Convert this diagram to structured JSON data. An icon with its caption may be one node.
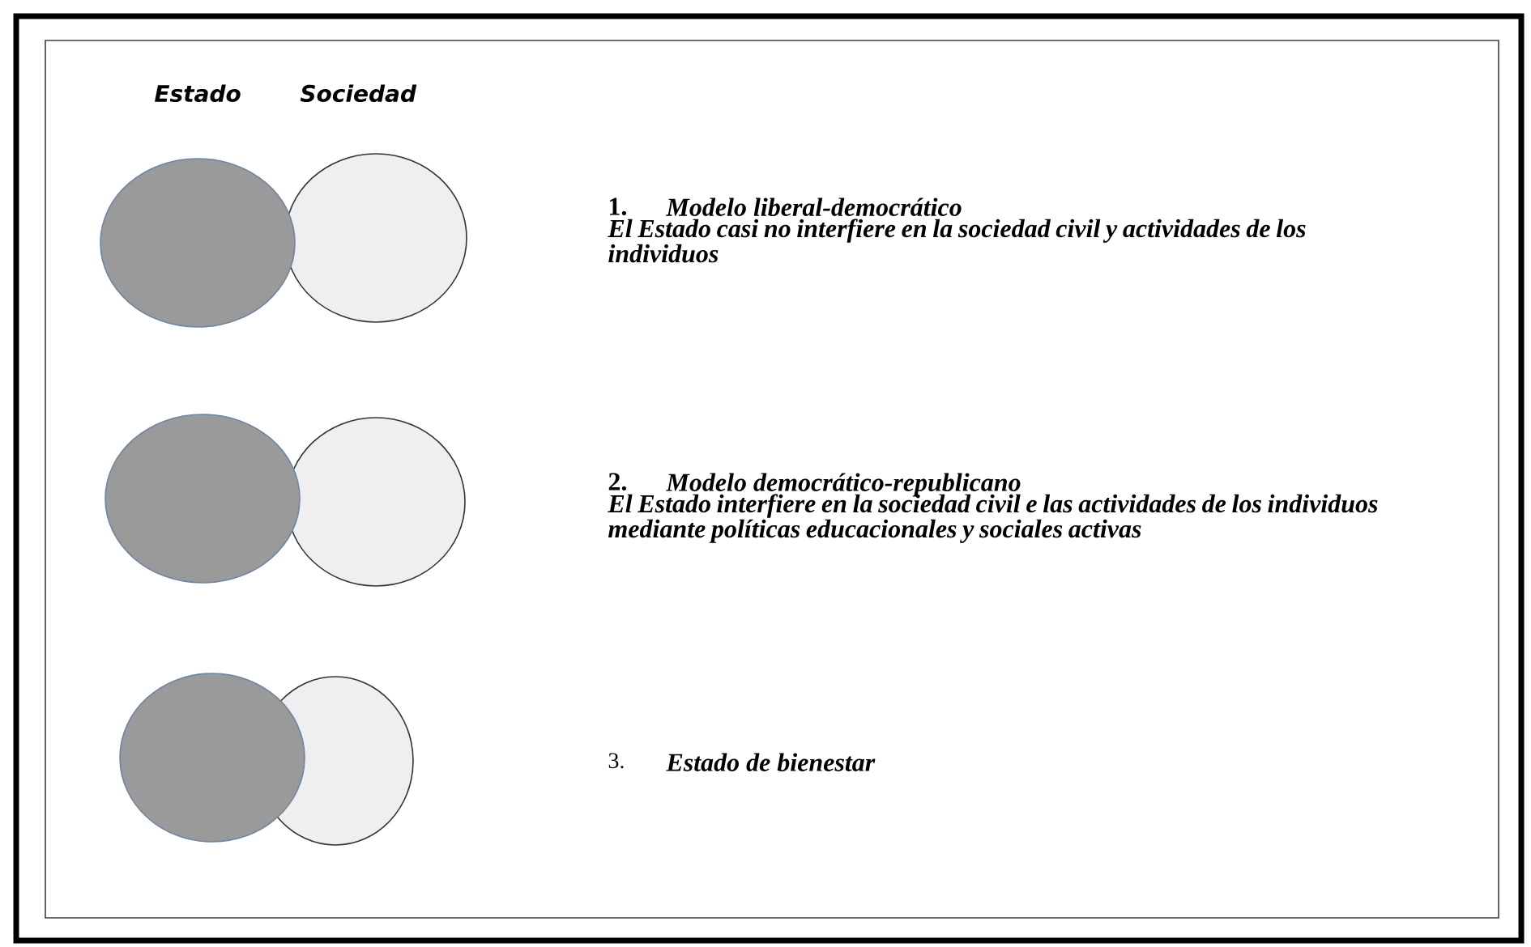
{
  "diagram": {
    "labels": [
      "Estado",
      "Sociedad",
      "1.",
      "Modelo liberal-democrático",
      "El Estado casi no interfiere en la sociedad civil y actividades de los individuos",
      "2.",
      "Modelo democrático-republicano",
      "El Estado interfiere en la sociedad civil e las actividades de los individuos mediante políticas educacionales y sociales activas",
      "3.",
      "Estado de bienestar"
    ]
  }
}
